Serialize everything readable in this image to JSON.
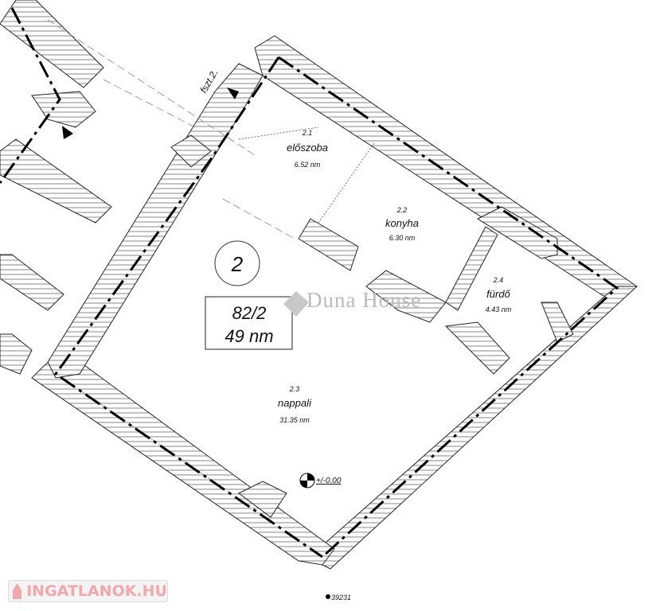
{
  "plan": {
    "unit_number": "2",
    "unit_box_line1": "82/2",
    "unit_box_line2": "49 nm",
    "entry_label": "fszt.2.",
    "level_marker": "+/-0.00",
    "point_label": "39231",
    "rooms": [
      {
        "id": "2.1",
        "name": "előszoba",
        "area": "6.52 nm"
      },
      {
        "id": "2.2",
        "name": "konyha",
        "area": "6.30 nm"
      },
      {
        "id": "2.4",
        "name": "fürdő",
        "area": "4.43 nm"
      },
      {
        "id": "2.3",
        "name": "nappali",
        "area": "31.35 nm"
      }
    ]
  },
  "watermarks": {
    "duna_house": "Duna House",
    "ingatlanok": "INGATLANOK.HU"
  },
  "colors": {
    "wall": "#222222",
    "watermark": "#f0a8ad"
  }
}
